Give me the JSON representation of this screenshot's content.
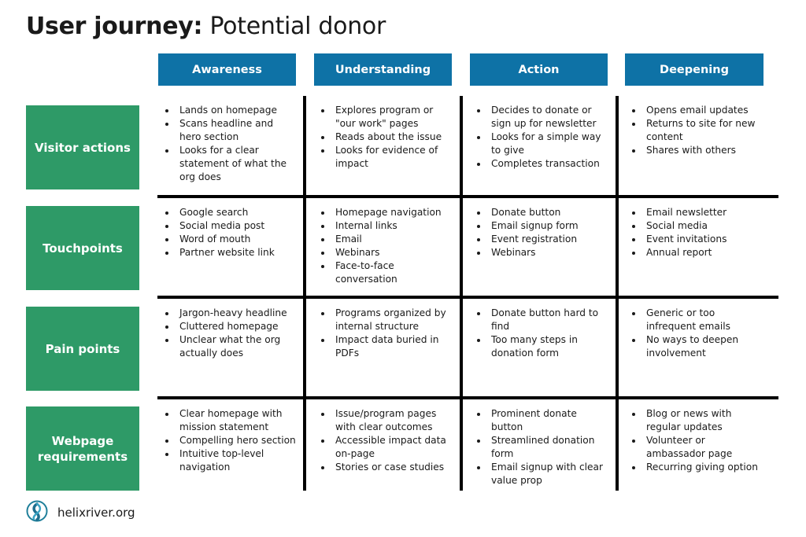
{
  "title": {
    "bold": "User journey:",
    "rest": " Potential donor"
  },
  "stages": [
    "Awareness",
    "Understanding",
    "Action",
    "Deepening"
  ],
  "rows": [
    {
      "label": "Visitor actions",
      "cells": [
        [
          "Lands on homepage",
          "Scans headline and hero section",
          "Looks for a clear statement of what the org does"
        ],
        [
          "Explores program or \"our work\" pages",
          "Reads about the issue",
          "Looks for evidence of impact"
        ],
        [
          "Decides to donate or sign up for newsletter",
          "Looks for a simple way to give",
          "Completes transaction"
        ],
        [
          "Opens email updates",
          "Returns to site for new content",
          "Shares with others"
        ]
      ]
    },
    {
      "label": "Touchpoints",
      "cells": [
        [
          "Google search",
          "Social media post",
          "Word of mouth",
          "Partner website link"
        ],
        [
          "Homepage navigation",
          "Internal links",
          "Email",
          "Webinars",
          "Face-to-face conversation"
        ],
        [
          "Donate button",
          "Email signup form",
          "Event registration",
          "Webinars"
        ],
        [
          "Email newsletter",
          "Social media",
          "Event invitations",
          "Annual report"
        ]
      ]
    },
    {
      "label": "Pain points",
      "cells": [
        [
          "Jargon-heavy headline",
          "Cluttered homepage",
          "Unclear what the org actually does"
        ],
        [
          "Programs organized by internal structure",
          "Impact data buried in PDFs"
        ],
        [
          "Donate button hard to find",
          "Too many steps in donation form"
        ],
        [
          "Generic or too infrequent emails",
          "No ways to deepen involvement"
        ]
      ]
    },
    {
      "label": "Webpage requirements",
      "cells": [
        [
          "Clear homepage with mission statement",
          "Compelling hero section",
          "Intuitive top-level navigation"
        ],
        [
          "Issue/program pages with clear outcomes",
          "Accessible impact data on-page",
          "Stories or case studies"
        ],
        [
          "Prominent donate button",
          "Streamlined donation form",
          "Email signup with clear value prop"
        ],
        [
          "Blog or news with regular updates",
          "Volunteer or ambassador page",
          "Recurring giving option"
        ]
      ]
    }
  ],
  "footer": {
    "site": "helixriver.org",
    "logo_icon": "helix-river-logo-icon"
  },
  "colors": {
    "stage_header": "#0e72a6",
    "row_label": "#2e9a67",
    "grid_lines": "#000000"
  }
}
